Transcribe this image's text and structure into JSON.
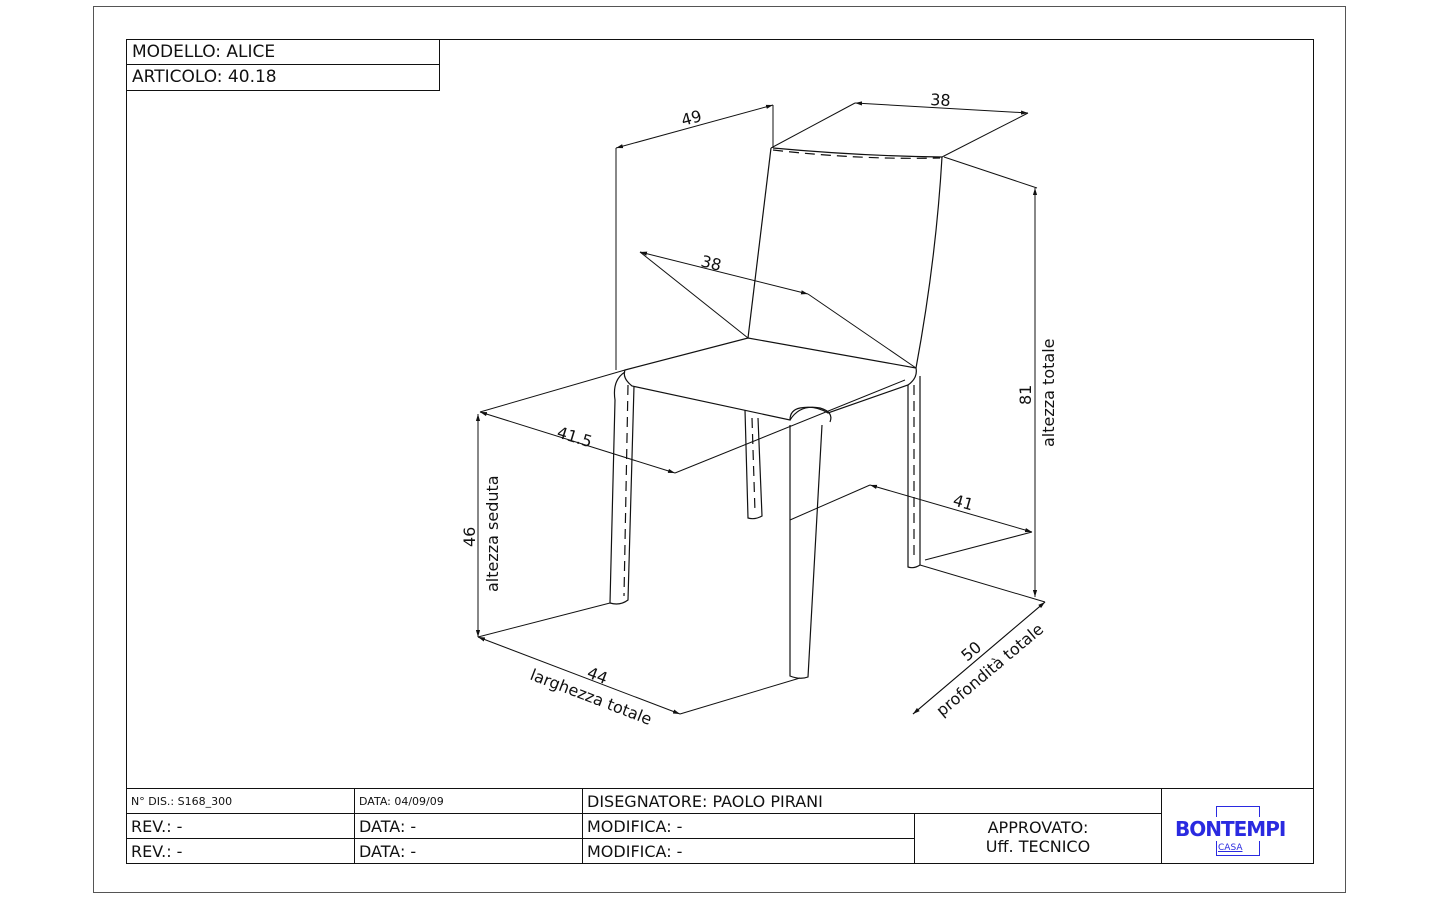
{
  "header": {
    "modello": "MODELLO: ALICE",
    "articolo": "ARTICOLO: 40.18"
  },
  "dimensions": {
    "depth_back": "49",
    "back_width": "38",
    "seat_width": "38",
    "seat_depth": "41.5",
    "total_height": "81",
    "total_height_label": "altezza totale",
    "seat_height": "46",
    "seat_height_label": "altezza seduta",
    "total_width": "44",
    "total_width_label": "larghezza totale",
    "total_depth": "50",
    "total_depth_label": "profondità totale",
    "leg_span": "41"
  },
  "title_block": {
    "drawing_no": "N° DIS.: S168_300",
    "date": "DATA: 04/09/09",
    "designer": "DISEGNATORE: PAOLO PIRANI",
    "rev1": "REV.: -",
    "data1": "DATA: -",
    "mod1": "MODIFICA: -",
    "rev2": "REV.: -",
    "data2": "DATA: -",
    "mod2": "MODIFICA: -",
    "approved": "APPROVATO:",
    "approved_by": "Uff. TECNICO",
    "logo_text": "BONTEMPI",
    "logo_sub": "CASA",
    "logo_color": "#2a2ae0"
  }
}
